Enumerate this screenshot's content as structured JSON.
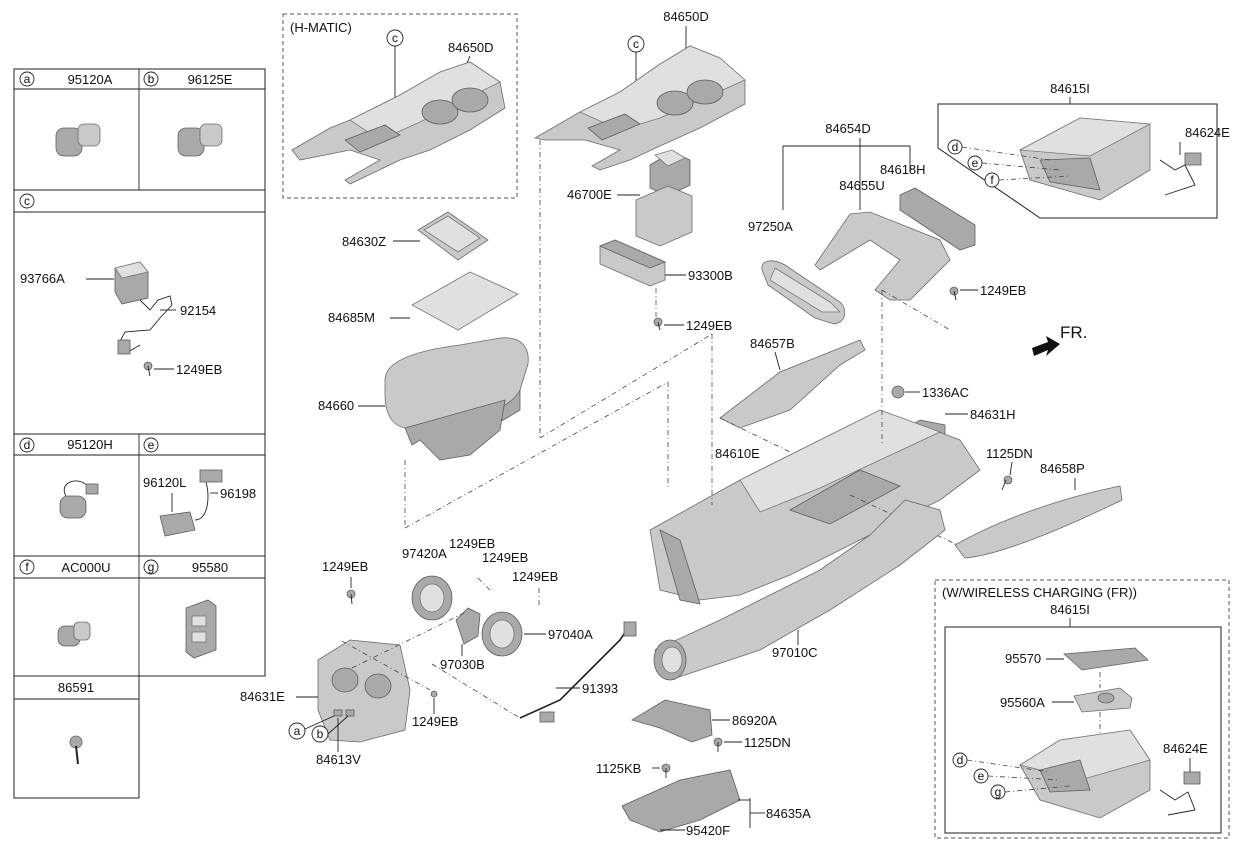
{
  "legend": {
    "cells": [
      {
        "letter": "a",
        "part": "95120A"
      },
      {
        "letter": "b",
        "part": "96125E"
      },
      {
        "letter": "c",
        "part": ""
      },
      {
        "letter": "d",
        "part": "95120H"
      },
      {
        "letter": "e",
        "part": ""
      },
      {
        "letter": "f",
        "part": "AC000U"
      },
      {
        "letter": "g",
        "part": "95580"
      },
      {
        "letter": "",
        "part": "86591"
      }
    ],
    "c_parts": [
      "93766A",
      "92154",
      "1249EB"
    ],
    "e_parts": [
      "96120L",
      "96198"
    ]
  },
  "insets": {
    "hmatic": {
      "title": "(H-MATIC)",
      "letter": "c",
      "part": "84650D"
    },
    "wireless": {
      "title": "(W/WIRELESS CHARGING (FR))",
      "part": "84615I",
      "labels": [
        "95570",
        "95560A",
        "84624E"
      ],
      "letters": [
        "d",
        "e",
        "g"
      ]
    },
    "top_right": {
      "part": "84615I",
      "labels": [
        "84624E"
      ],
      "letters": [
        "d",
        "e",
        "f"
      ]
    }
  },
  "front_label": "FR.",
  "callouts": {
    "p84650D": "84650D",
    "c_top": "c",
    "p46700E": "46700E",
    "p93300B": "93300B",
    "p1249EB_a": "1249EB",
    "p84630Z": "84630Z",
    "p84685M": "84685M",
    "p84660": "84660",
    "p84654D": "84654D",
    "p84655U": "84655U",
    "p84618H": "84618H",
    "p97250A": "97250A",
    "p1249EB_b": "1249EB",
    "p84657B": "84657B",
    "p1336AC": "1336AC",
    "p84631H": "84631H",
    "p84610E": "84610E",
    "p1125DN_a": "1125DN",
    "p84658P": "84658P",
    "p1249EB_c": "1249EB",
    "p97420A": "97420A",
    "p1249EB_d": "1249EB",
    "p1249EB_e": "1249EB",
    "p1249EB_f": "1249EB",
    "p97040A": "97040A",
    "p97030B": "97030B",
    "p84631E": "84631E",
    "p1249EB_g": "1249EB",
    "p84613V": "84613V",
    "a_bot": "a",
    "b_bot": "b",
    "p91393": "91393",
    "p97010C": "97010C",
    "p86920A": "86920A",
    "p1125DN_b": "1125DN",
    "p1125KB": "1125KB",
    "p84635A": "84635A",
    "p95420F": "95420F"
  }
}
